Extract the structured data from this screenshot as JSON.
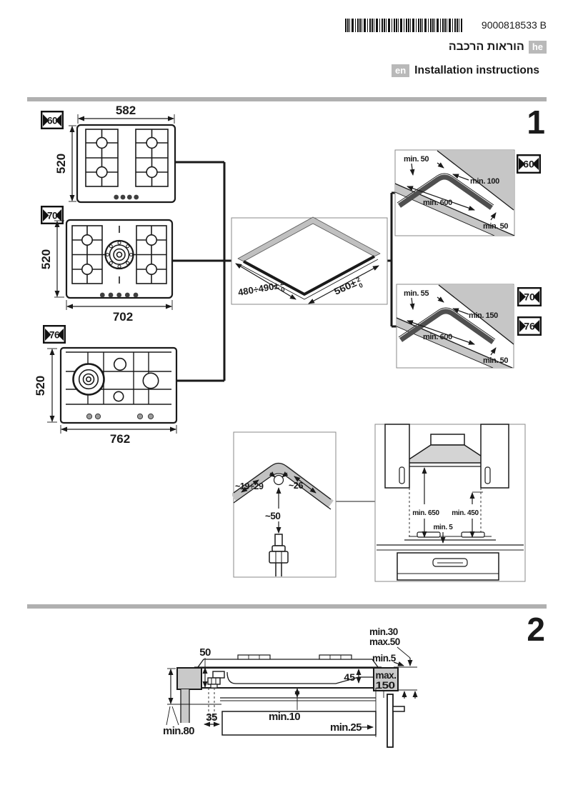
{
  "header": {
    "doc_number": "9000818533 B",
    "he": {
      "badge": "he",
      "title": "הוראות הרכבה"
    },
    "en": {
      "badge": "en",
      "title": "Installation instructions"
    }
  },
  "section1": {
    "number": "1",
    "hobs": [
      {
        "badge": "60",
        "width": "582",
        "height": "520"
      },
      {
        "badge": "70",
        "width": "702",
        "height": "520"
      },
      {
        "badge": "76",
        "width": "762",
        "height": "520"
      }
    ],
    "cutout": {
      "depth": "480÷490±",
      "width": "560±",
      "tol_plus": "2",
      "tol_minus": "0"
    },
    "clearance_60": {
      "badge": "60",
      "top": "min. 50",
      "right": "min. 100",
      "middle": "min. 600",
      "bottom": "min. 50"
    },
    "clearance_70_76": {
      "badge_70": "70",
      "badge_76": "76",
      "top": "min. 55",
      "right": "min. 150",
      "middle": "min. 600",
      "bottom": "min. 50"
    },
    "corner_detail": {
      "left": "~19÷29",
      "right": "~26",
      "below": "~50"
    },
    "hood": {
      "left": "min. 650",
      "right": "min. 450",
      "bottom": "min. 5"
    }
  },
  "section2": {
    "number": "2",
    "labels": {
      "height": "50",
      "counter_min": "min.30",
      "counter_max": "max.50",
      "gap": "min.5",
      "depth": "45",
      "max_word": "max.",
      "max_value": "150",
      "pipe": "35",
      "under": "min.10",
      "left": "min.80",
      "right": "min.25"
    }
  }
}
